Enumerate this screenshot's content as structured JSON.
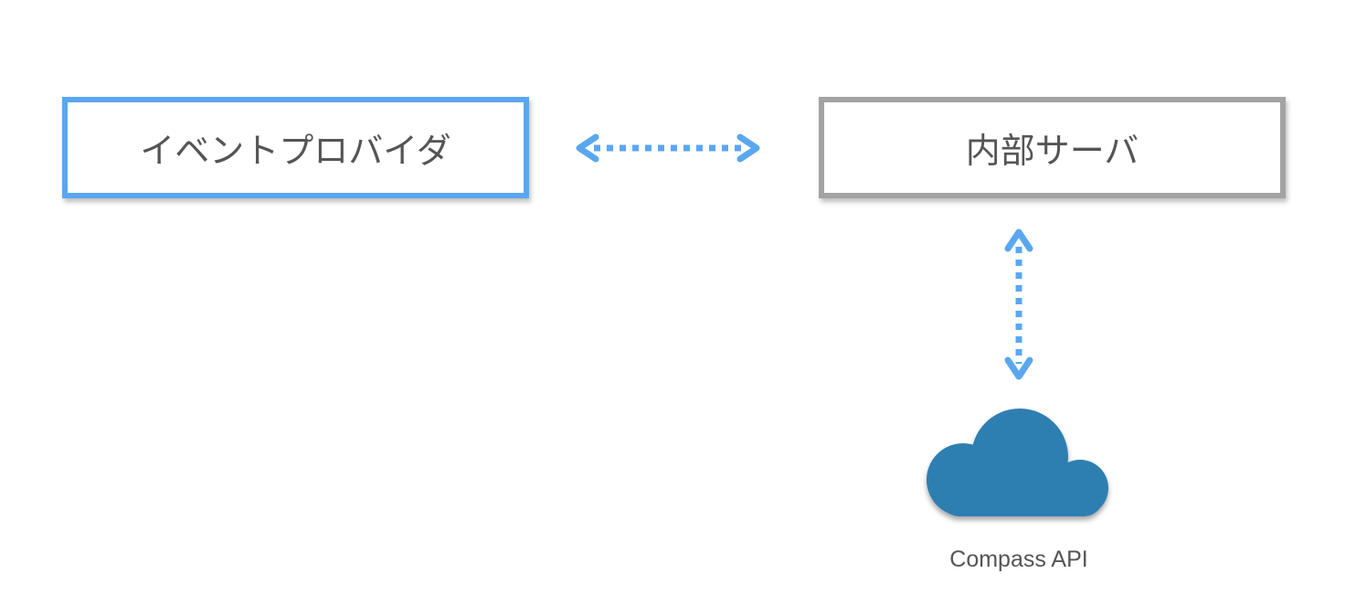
{
  "diagram": {
    "nodes": {
      "event_provider": {
        "label": "イベントプロバイダ"
      },
      "internal_server": {
        "label": "内部サーバ"
      },
      "compass_api": {
        "label": "Compass API",
        "icon": "cloud-icon"
      }
    },
    "edges": [
      {
        "from": "event_provider",
        "to": "internal_server",
        "style": "dotted",
        "direction": "both"
      },
      {
        "from": "internal_server",
        "to": "compass_api",
        "style": "dotted",
        "direction": "both"
      }
    ],
    "colors": {
      "provider_border": "#5aa7f0",
      "server_border": "#a3a3a3",
      "arrow": "#5aa7f0",
      "cloud": "#2f7fb1",
      "text": "#555555"
    }
  }
}
